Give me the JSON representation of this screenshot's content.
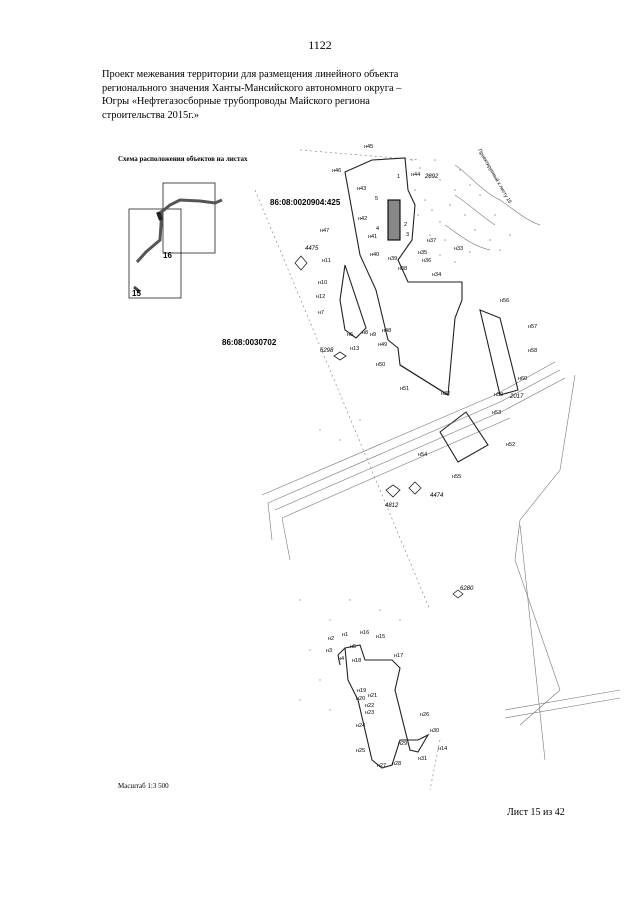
{
  "page_number": "1122",
  "title_lines": [
    "Проект межевания территории для размещения линейного объекта",
    "регионального значения Ханты-Мансийского автономного округа –",
    "Югры «Нефтегазосборные трубопроводы Майского региона",
    "строительства 2015г.»"
  ],
  "inset": {
    "title": "Схема расположения объектов на листах",
    "sheet_labels": [
      "16",
      "15"
    ]
  },
  "parcels": [
    "86:08:0020904:425",
    "86:08:0030702"
  ],
  "survey_points": [
    "4475",
    "6298",
    "2017",
    "4474",
    "4812",
    "6280",
    "2892"
  ],
  "road_label": "Проектируемый к листу 15",
  "point_labels": {
    "upper": [
      "н45",
      "н44",
      "н46",
      "н43",
      "н42",
      "н41",
      "н47",
      "н40",
      "н39",
      "н38",
      "н36",
      "н35",
      "н34",
      "н33",
      "н37",
      "н11",
      "н10",
      "н12",
      "н7",
      "н6",
      "н8",
      "н9",
      "н13",
      "н48",
      "н49",
      "н50",
      "н51",
      "н32",
      "н56",
      "н57",
      "н58",
      "н60",
      "н59",
      "н53",
      "н54",
      "н52",
      "н55",
      "1",
      "2",
      "3",
      "4",
      "5"
    ],
    "lower": [
      "н1",
      "н2",
      "н3",
      "н4",
      "н5",
      "н16",
      "н15",
      "н18",
      "н17",
      "н19",
      "н20",
      "н21",
      "н22",
      "н23",
      "н24",
      "н25",
      "н27",
      "н28",
      "н26",
      "н29",
      "н30",
      "н31",
      "н14"
    ]
  },
  "scale": "Масштаб 1:3 500",
  "sheet_text": "Лист 15  из 42"
}
